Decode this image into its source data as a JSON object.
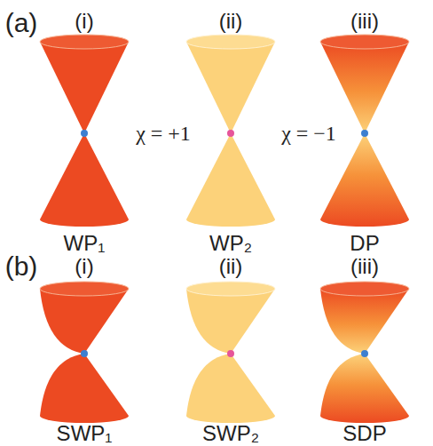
{
  "diagram": {
    "labels": [
      "(a)",
      "(i)",
      "(ii)",
      "(iii)",
      "χ = +1",
      "χ = −1",
      "WP₁",
      "WP₂",
      "DP",
      "(b)",
      "(i)",
      "(ii)",
      "(iii)",
      "SWP₁",
      "SWP₂",
      "SDP"
    ]
  }
}
